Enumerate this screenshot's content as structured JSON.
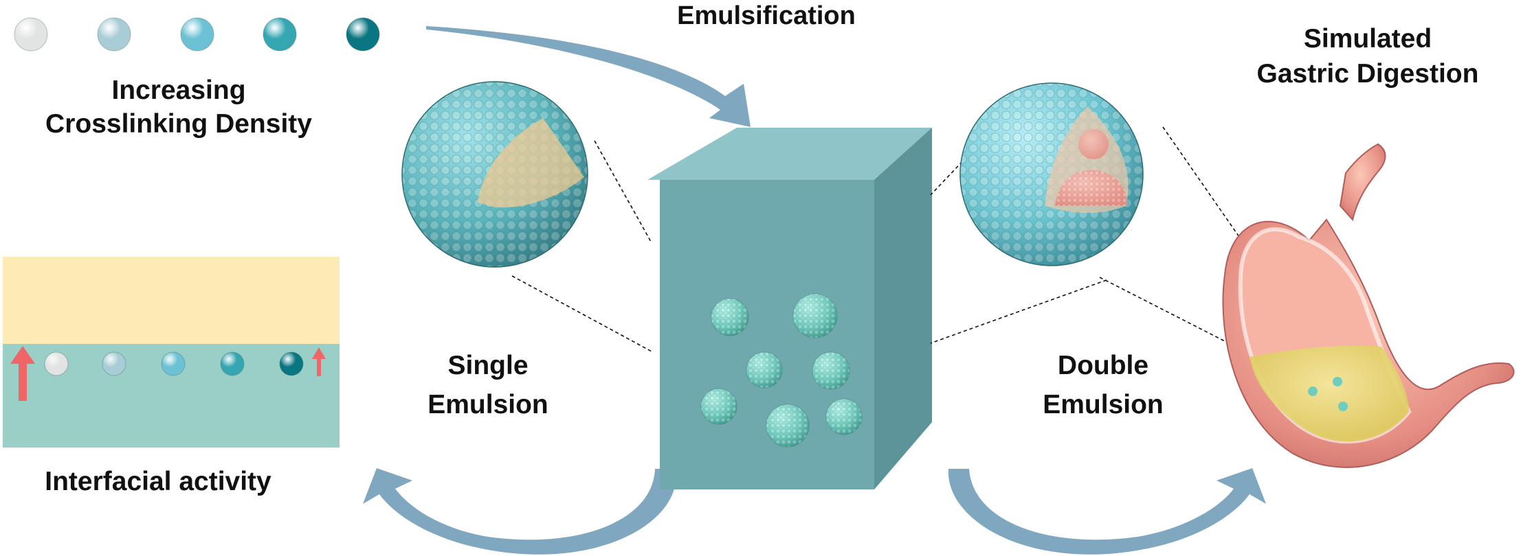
{
  "labels": {
    "crosslinking": [
      "Increasing",
      "Crosslinking Density"
    ],
    "interfacial": "Interfacial activity",
    "emulsification": "Emulsification",
    "single_emulsion": [
      "Single",
      "Emulsion"
    ],
    "double_emulsion": [
      "Double",
      "Emulsion"
    ],
    "digestion": [
      "Simulated",
      "Gastric Digestion"
    ]
  },
  "colors": {
    "oil_phase": "#FCEBB5",
    "water_phase": "#99CFC6",
    "arrow_red": "#F06565",
    "box_teal": "#6FA9AE",
    "microgel_teal": "#6ECDBE",
    "flow_arrow": "#7FA7BF",
    "particle_gradient": [
      "#E2E4E3",
      "#A9CDD6",
      "#6CC2D4",
      "#35A7B2",
      "#0A7681"
    ]
  },
  "particle_legend": [
    {
      "level": 1,
      "color": "#E2E4E3"
    },
    {
      "level": 2,
      "color": "#A9CDD6"
    },
    {
      "level": 3,
      "color": "#6CC2D4"
    },
    {
      "level": 4,
      "color": "#35A7B2"
    },
    {
      "level": 5,
      "color": "#0A7681"
    }
  ]
}
